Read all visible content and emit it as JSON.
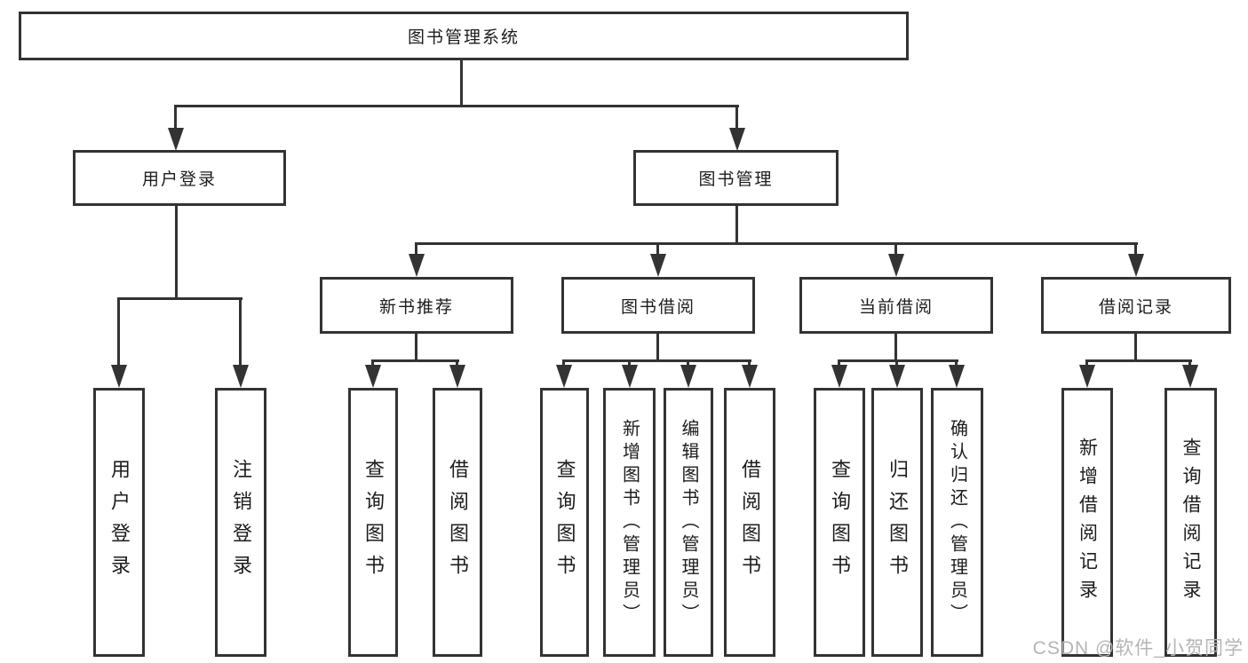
{
  "colors": {
    "line": "#333333",
    "border": "#333333",
    "text": "#1c1c1c",
    "watermark": "#b5b5b5",
    "background": "#ffffff"
  },
  "diagram": {
    "root": {
      "label": "图书管理系统"
    },
    "level2": [
      {
        "label": "用户登录",
        "children": [
          "用户登录",
          "注销登录"
        ]
      },
      {
        "label": "图书管理"
      }
    ],
    "level3": [
      {
        "label": "新书推荐",
        "children": [
          "查询图书",
          "借阅图书"
        ]
      },
      {
        "label": "图书借阅",
        "children": [
          "查询图书",
          "新增图书（管理员）",
          "编辑图书（管理员）",
          "借阅图书"
        ]
      },
      {
        "label": "当前借阅",
        "children": [
          "查询图书",
          "归还图书",
          "确认归还（管理员）"
        ]
      },
      {
        "label": "借阅记录",
        "children": [
          "新增借阅记录",
          "查询借阅记录"
        ]
      }
    ]
  },
  "watermark": {
    "text": "CSDN @软件_小贺同学"
  }
}
